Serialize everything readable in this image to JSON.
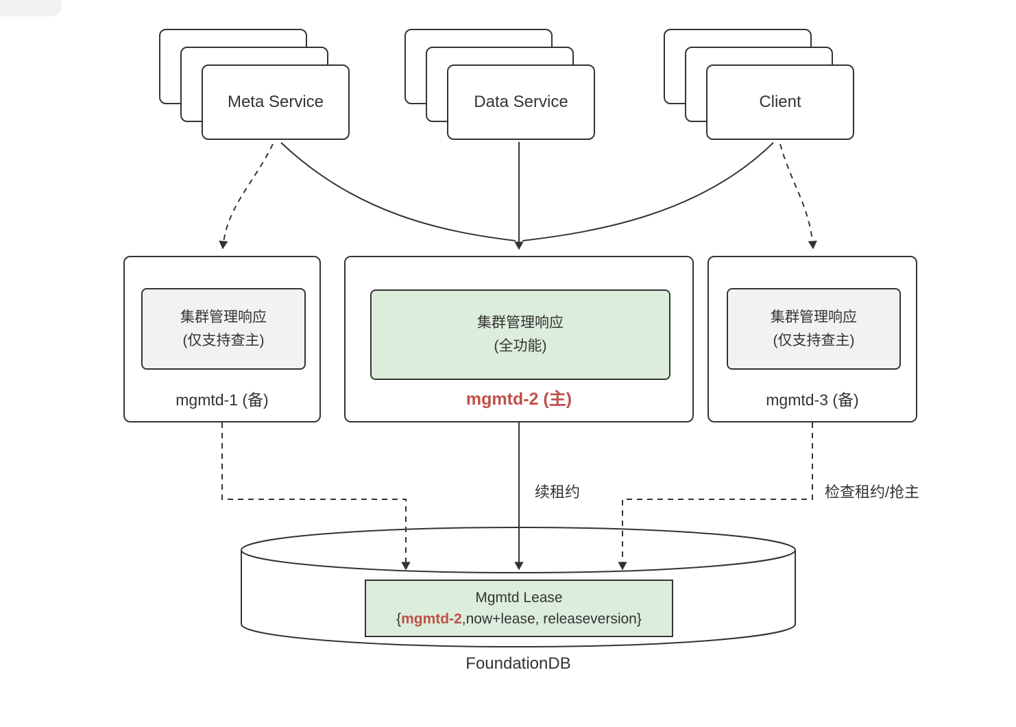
{
  "services": [
    {
      "label": "Meta Service"
    },
    {
      "label": "Data Service"
    },
    {
      "label": "Client"
    }
  ],
  "nodes": [
    {
      "inner_line1": "集群管理响应",
      "inner_line2": "(仅支持查主)",
      "label": "mgmtd-1 (备)"
    },
    {
      "inner_line1": "集群管理响应",
      "inner_line2": "(全功能)",
      "label": "mgmtd-2 (主)"
    },
    {
      "inner_line1": "集群管理响应",
      "inner_line2": "(仅支持查主)",
      "label": "mgmtd-3 (备)"
    }
  ],
  "edge_labels": {
    "renew_lease": "续租约",
    "check_lease": "检查租约/抢主"
  },
  "database": {
    "name": "FoundationDB",
    "lease_title": "Mgmtd Lease",
    "lease_value_prefix": "{",
    "lease_value_highlight": "mgmtd-2",
    "lease_value_rest": ",now+lease, releaseversion}"
  },
  "colors": {
    "stroke": "#333333",
    "primary_fill": "#dceddc",
    "standby_fill": "#f2f2f2",
    "accent_red": "#c0504a"
  }
}
